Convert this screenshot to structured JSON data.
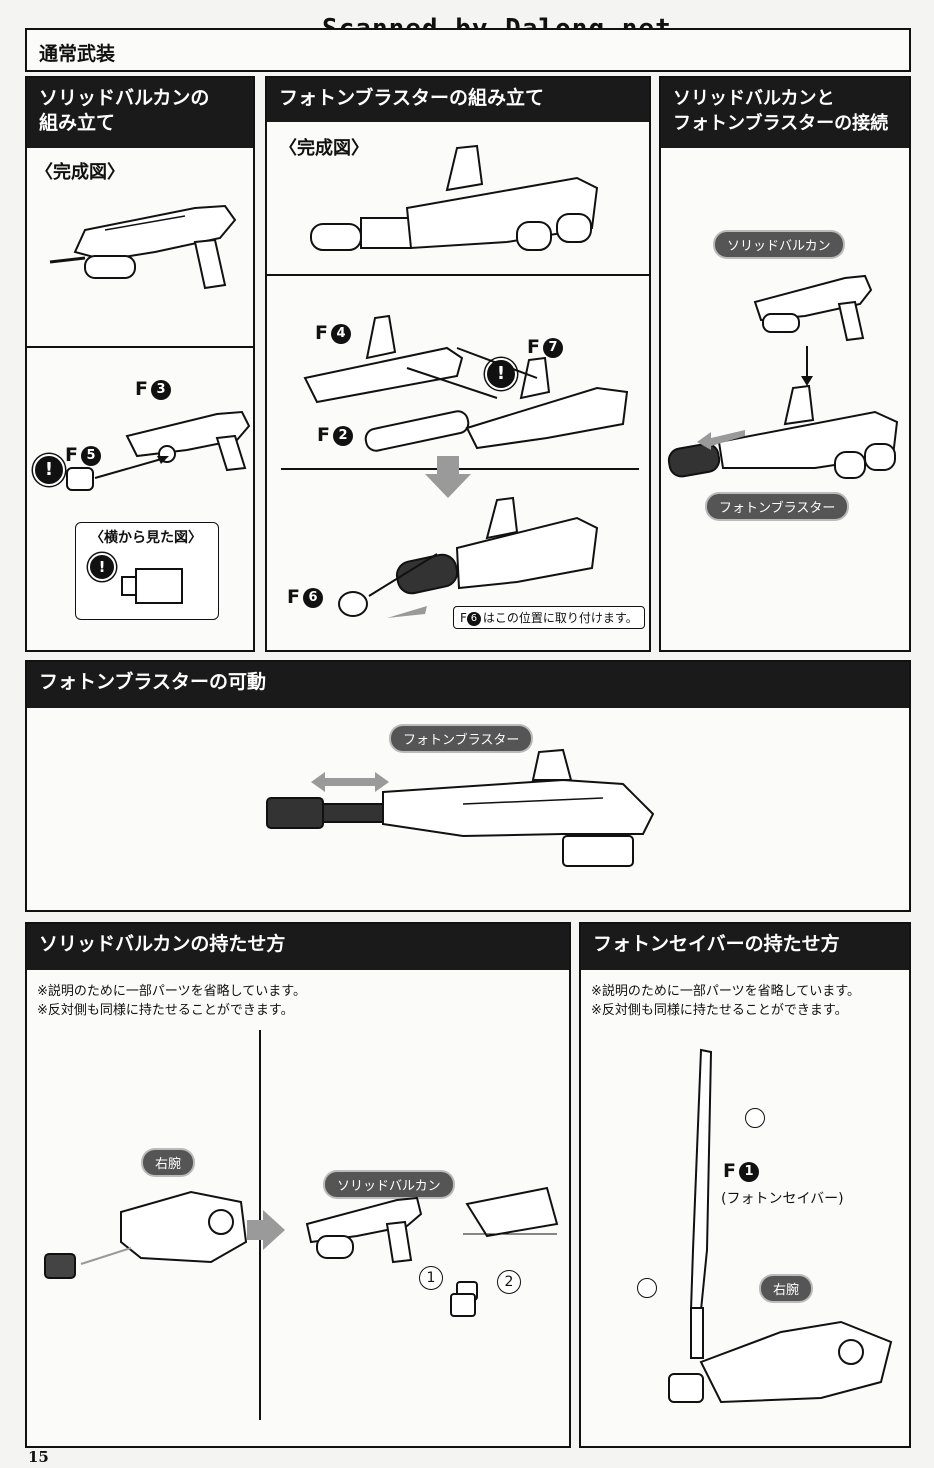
{
  "watermark": "Scanned by Dalong.net",
  "page_header": "通常武装",
  "sections": {
    "solid_vulcan_assembly": {
      "title_line1": "ソリッドバルカンの",
      "title_line2": "組み立て",
      "completed_label": "〈完成図〉",
      "parts": {
        "f3": "F",
        "f3_num": "3",
        "f5": "F",
        "f5_num": "5"
      },
      "side_view_label": "〈横から見た図〉"
    },
    "photon_blaster_assembly": {
      "title": "フォトンブラスターの組み立て",
      "completed_label": "〈完成図〉",
      "parts": {
        "f4": "F",
        "f4_num": "4",
        "f7": "F",
        "f7_num": "7",
        "f2": "F",
        "f2_num": "2",
        "f6": "F",
        "f6_num": "6"
      },
      "note_prefix": "F",
      "note_num": "6",
      "note_text": "はこの位置に取り付けます。"
    },
    "connection": {
      "title_line1": "ソリッドバルカンと",
      "title_line2": "フォトンブラスターの接続",
      "label_vulcan": "ソリッドバルカン",
      "label_blaster": "フォトンブラスター"
    },
    "blaster_movement": {
      "title": "フォトンブラスターの可動",
      "label_blaster": "フォトンブラスター"
    },
    "holding_vulcan": {
      "title": "ソリッドバルカンの持たせ方",
      "note1": "※説明のために一部パーツを省略しています。",
      "note2": "※反対側も同様に持たせることができます。",
      "label_right_arm": "右腕",
      "label_vulcan": "ソリッドバルカン",
      "step1": "1",
      "step2": "2"
    },
    "holding_saber": {
      "title": "フォトンセイバーの持たせ方",
      "note1": "※説明のために一部パーツを省略しています。",
      "note2": "※反対側も同様に持たせることができます。",
      "part": "F",
      "part_num": "1",
      "part_name": "(フォトンセイバー)",
      "label_right_arm": "右腕"
    }
  },
  "warning_glyph": "!",
  "page_number": "15"
}
